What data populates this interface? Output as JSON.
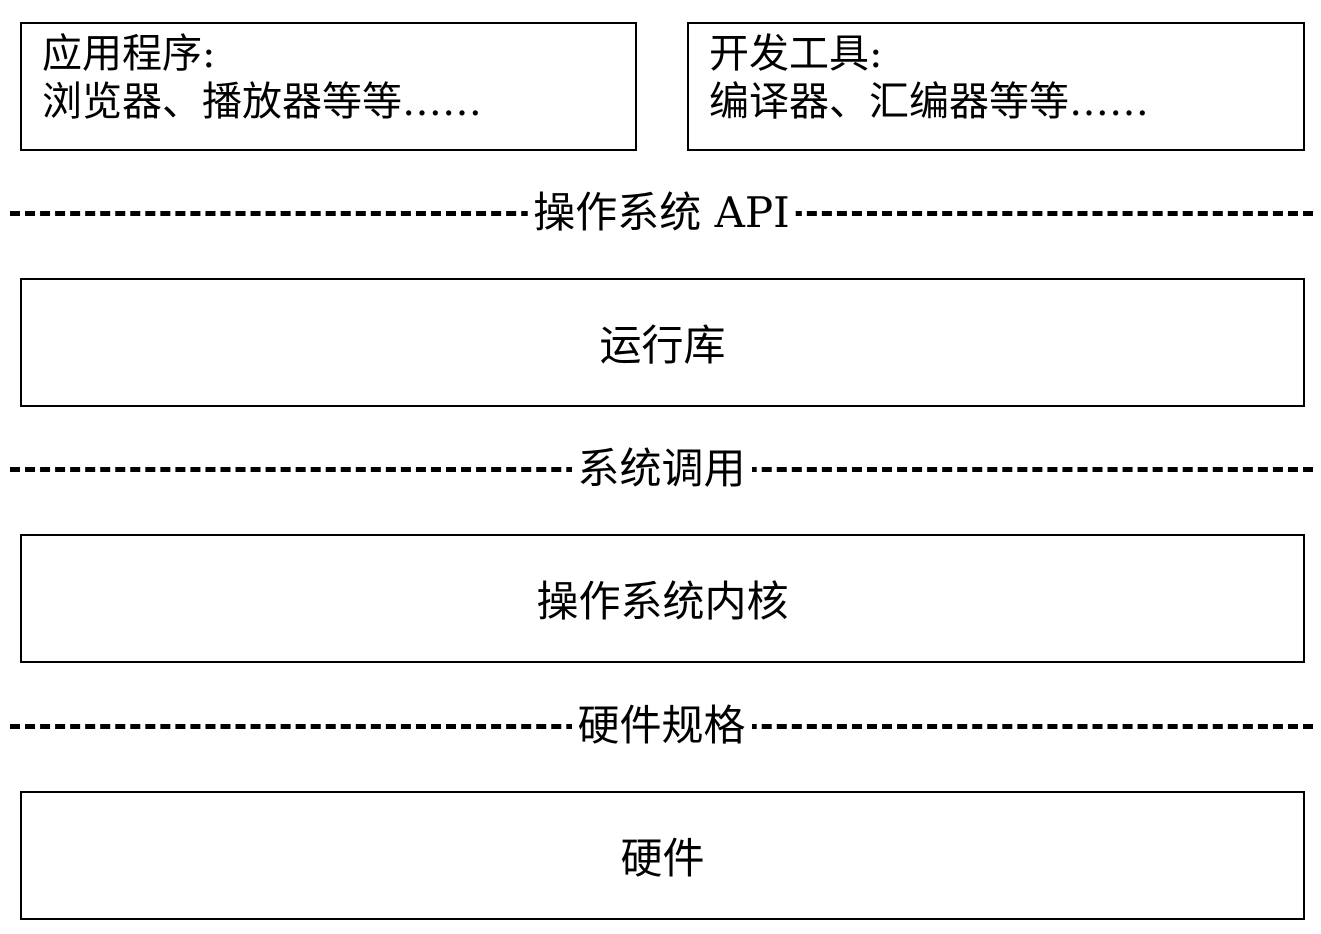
{
  "apps": {
    "title": "应用程序:",
    "examples": "浏览器、播放器等等……"
  },
  "devtools": {
    "title": "开发工具:",
    "examples": "编译器、汇编器等等……"
  },
  "dividers": {
    "os_api": "操作系统 API",
    "syscall": "系统调用",
    "hw_spec": "硬件规格"
  },
  "layers": {
    "runtime": "运行库",
    "kernel": "操作系统内核",
    "hardware": "硬件"
  }
}
